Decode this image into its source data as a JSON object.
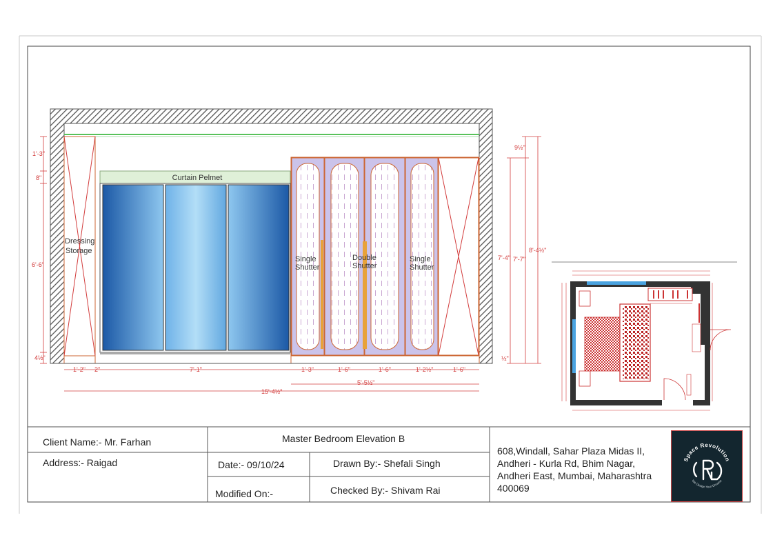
{
  "drawing": {
    "labels": {
      "curtain_pelmet": "Curtain Pelmet",
      "dressing_1": "Dressing",
      "dressing_2": "Storage",
      "single_1": "Single",
      "shutter": "Shutter",
      "double_1": "Double",
      "single_2": "Single"
    },
    "dims_left": {
      "d1": "1'-3\"",
      "d2": "8\"",
      "d3": "6'-6\"",
      "d4": "4½\""
    },
    "dims_right": {
      "d1": "9½\"",
      "d2": "7'-4\"",
      "d3": "7'-7\"",
      "d4": "8'-4½\"",
      "d5": "½\""
    },
    "dims_bottom": {
      "d1": "1'-2\"",
      "d2": "2\"",
      "d3": "7'-1\"",
      "d4": "1'-3\"",
      "d5": "1'-6\"",
      "d6": "1'-6\"",
      "d7": "1'-2½\"",
      "d8": "1'-6\"",
      "sub": "5'-5½\"",
      "total": "15'-4½\""
    }
  },
  "title_block": {
    "client": "Client Name:- Mr. Farhan",
    "address": "Address:- Raigad",
    "title": "Master Bedroom Elevation B",
    "date": "Date:- 09/10/24",
    "drawn_by": "Drawn By:- Shefali Singh",
    "modified": "Modified On:-",
    "checked_by": "Checked By:- Shivam Rai",
    "office_address": [
      "608,Windall, Sahar Plaza Midas II,",
      "Andheri - Kurla Rd, Bhim Nagar,",
      "Andheri East, Mumbai, Maharashtra",
      "400069"
    ],
    "logo_text": "Space Revolution",
    "logo_tagline": "We Design Your Dreams"
  },
  "colors": {
    "dim_red": "#d23b3b",
    "wall_hatch": "#6b6b6b",
    "wardrobe_fill": "#cbc3ea",
    "pelmet_fill": "#dff0d8",
    "glass_dark": "#1f5ea8",
    "glass_light": "#a9d8f5",
    "logo_bg": "#13262f"
  }
}
